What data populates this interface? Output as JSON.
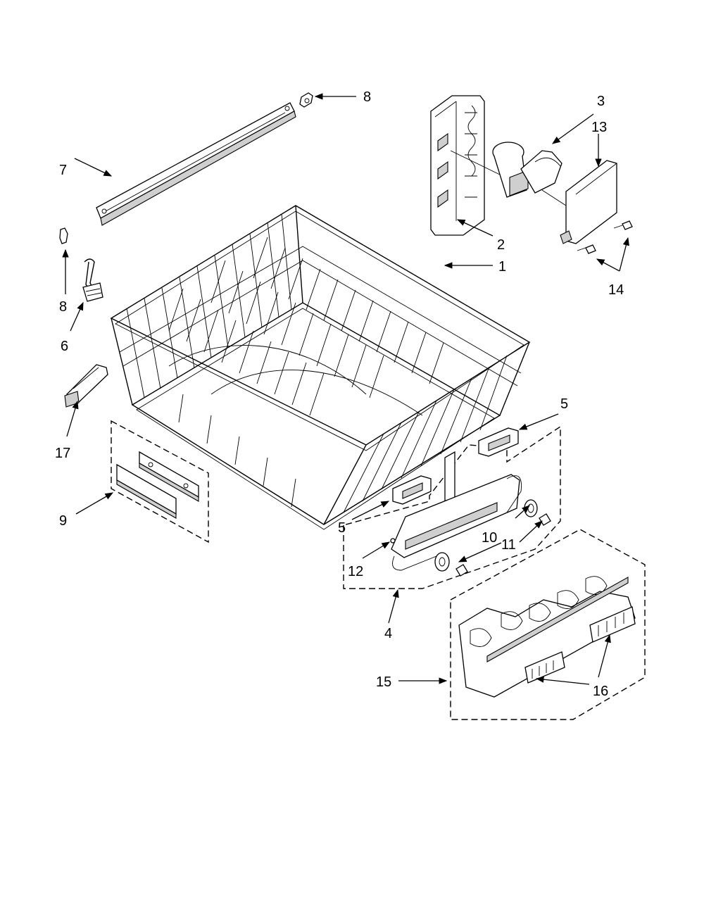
{
  "callouts": {
    "c1": "1",
    "c2": "2",
    "c3": "3",
    "c4": "4",
    "c5a": "5",
    "c5b": "5",
    "c6": "6",
    "c7": "7",
    "c8a": "8",
    "c8b": "8",
    "c9": "9",
    "c10": "10",
    "c11": "11",
    "c12": "12",
    "c13": "13",
    "c14": "14",
    "c15": "15",
    "c16": "16",
    "c17": "17"
  }
}
